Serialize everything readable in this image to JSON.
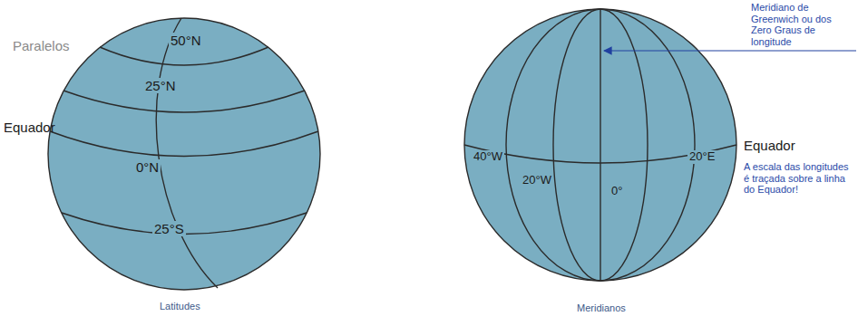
{
  "diagram": {
    "labels": [
      "Paralelos",
      "50°N",
      "25°N",
      "Equador",
      "0°N",
      "25°S",
      "Latitudes",
      "Meridiano de Greenwich ou dos Zero Graus de longitude",
      "40°W",
      "20°W",
      "0°",
      "20°E",
      "Equador",
      "A escala das longitudes é traçada sobre a linha do Equador!",
      "Meridianos"
    ]
  }
}
